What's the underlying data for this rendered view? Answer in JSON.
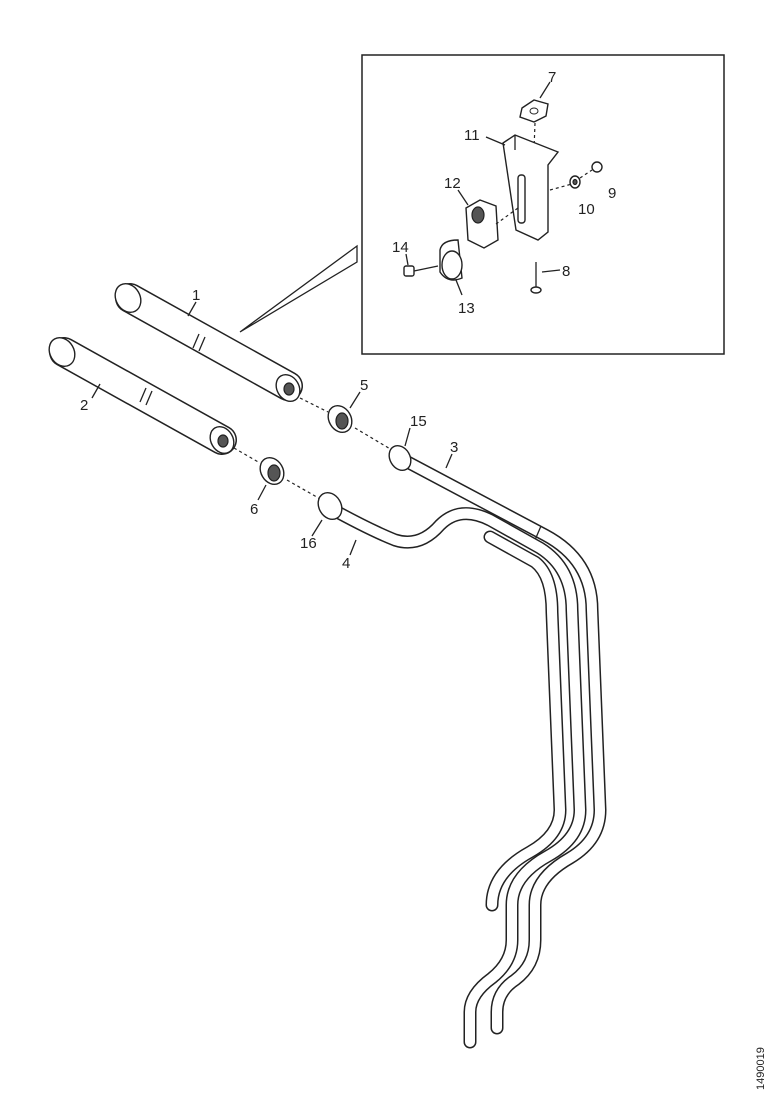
{
  "callouts": {
    "c1": "1",
    "c2": "2",
    "c3": "3",
    "c4": "4",
    "c5": "5",
    "c6": "6",
    "c7": "7",
    "c8": "8",
    "c9": "9",
    "c10": "10",
    "c11": "11",
    "c12": "12",
    "c13": "13",
    "c14": "14",
    "c15": "15",
    "c16": "16"
  },
  "figure_code": "1490019"
}
